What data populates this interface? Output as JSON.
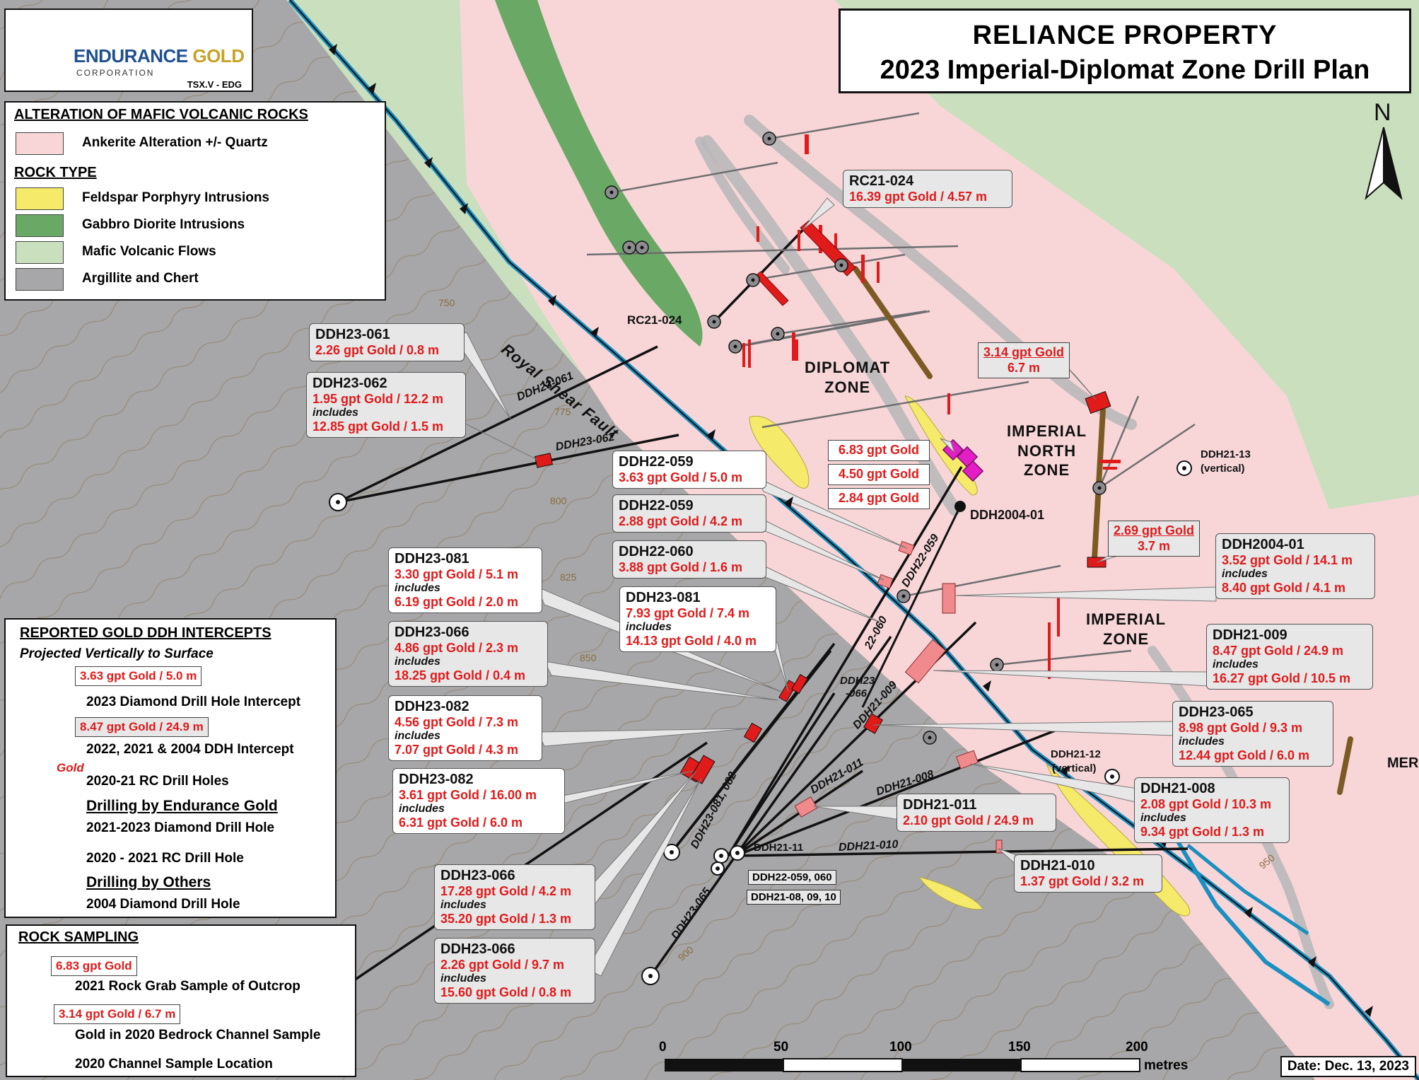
{
  "title": {
    "line1": "RELIANCE PROPERTY",
    "line2": "2023 Imperial-Diplomat Zone Drill Plan"
  },
  "logo": {
    "name_part1": "ENDURANCE",
    "name_part2": "GOLD",
    "sub": "CORPORATION",
    "ticker": "TSX.V - EDG"
  },
  "legend_top": {
    "alteration_header": "ALTERATION OF MAFIC VOLCANIC ROCKS",
    "ankerite": "Ankerite Alteration +/- Quartz",
    "rock_header": "ROCK TYPE",
    "feldspar": "Feldspar Porphyry Intrusions",
    "gabbro": "Gabbro Diorite Intrusions",
    "mafic": "Mafic Volcanic Flows",
    "argillite": "Argillite and Chert",
    "colors": {
      "ankerite": "#f8d6d8",
      "feldspar": "#f6ea6a",
      "gabbro": "#6aa865",
      "mafic": "#c9dfbe",
      "argillite": "#a7a7a9"
    }
  },
  "legend_gold": {
    "header": "REPORTED GOLD DDH INTERCEPTS",
    "sub": "Projected Vertically to Surface",
    "ex1": "3.63 gpt Gold / 5.0 m",
    "item1": "2023 Diamond Drill Hole Intercept",
    "ex2": "8.47 gpt Gold / 24.9 m",
    "item2": "2022, 2021 & 2004 DDH Intercept",
    "gold_word": "Gold",
    "item3": "2020-21 RC Drill Holes",
    "drilling_endurance": "Drilling by Endurance Gold",
    "item4": "2021-2023 Diamond Drill Hole",
    "item5": "2020 - 2021 RC Drill Hole",
    "drilling_others": "Drilling by Others",
    "item6": "2004 Diamond Drill Hole"
  },
  "legend_rock": {
    "header": "ROCK SAMPLING",
    "ex1": "6.83 gpt Gold",
    "item1": "2021 Rock Grab Sample of Outcrop",
    "ex2": "3.14 gpt Gold / 6.7 m",
    "item2": "Gold in 2020 Bedrock Channel Sample",
    "item3": "2020 Channel Sample Location"
  },
  "callouts": {
    "rc21_024": {
      "name": "RC21-024",
      "l1": "16.39 gpt Gold / 4.57 m"
    },
    "ddh23_061": {
      "name": "DDH23-061",
      "l1": "2.26 gpt Gold / 0.8 m"
    },
    "ddh23_062": {
      "name": "DDH23-062",
      "l1": "1.95 gpt Gold / 12.2 m",
      "inc": "includes",
      "l2": "12.85 gpt Gold / 1.5 m"
    },
    "ddh22_059a": {
      "name": "DDH22-059",
      "l1": "3.63 gpt Gold / 5.0 m"
    },
    "ddh22_059b": {
      "name": "DDH22-059",
      "l1": "2.88 gpt Gold / 4.2 m"
    },
    "ddh22_060": {
      "name": "DDH22-060",
      "l1": "3.88 gpt Gold / 1.6 m"
    },
    "ddh23_081a": {
      "name": "DDH23-081",
      "l1": "3.30 gpt Gold / 5.1 m",
      "inc": "includes",
      "l2": "6.19 gpt Gold / 2.0 m"
    },
    "ddh23_081b": {
      "name": "DDH23-081",
      "l1": "7.93 gpt Gold / 7.4 m",
      "inc": "includes",
      "l2": "14.13 gpt Gold / 4.0 m"
    },
    "ddh23_066a": {
      "name": "DDH23-066",
      "l1": "4.86 gpt Gold / 2.3 m",
      "inc": "includes",
      "l2": "18.25 gpt Gold / 0.4 m"
    },
    "ddh23_082a": {
      "name": "DDH23-082",
      "l1": "4.56 gpt Gold / 7.3 m",
      "inc": "includes",
      "l2": "7.07 gpt Gold / 4.3 m"
    },
    "ddh23_082b": {
      "name": "DDH23-082",
      "l1": "3.61 gpt Gold / 16.00 m",
      "inc": "includes",
      "l2": "6.31 gpt Gold / 6.0 m"
    },
    "ddh23_066b": {
      "name": "DDH23-066",
      "l1": "17.28 gpt Gold / 4.2 m",
      "inc": "includes",
      "l2": "35.20 gpt Gold / 1.3 m"
    },
    "ddh23_066c": {
      "name": "DDH23-066",
      "l1": "2.26 gpt Gold / 9.7 m",
      "inc": "includes",
      "l2": "15.60 gpt Gold / 0.8 m"
    },
    "ddh2004_01": {
      "name": "DDH2004-01",
      "l1": "3.52 gpt Gold / 14.1 m",
      "inc": "includes",
      "l2": "8.40 gpt Gold / 4.1 m"
    },
    "ddh21_009": {
      "name": "DDH21-009",
      "l1": "8.47 gpt Gold / 24.9 m",
      "inc": "includes",
      "l2": "16.27 gpt Gold / 10.5 m"
    },
    "ddh23_065": {
      "name": "DDH23-065",
      "l1": "8.98 gpt Gold / 9.3 m",
      "inc": "includes",
      "l2": "12.44 gpt Gold / 6.0 m"
    },
    "ddh21_008": {
      "name": "DDH21-008",
      "l1": "2.08 gpt Gold / 10.3 m",
      "inc": "includes",
      "l2": "9.34 gpt Gold / 1.3 m"
    },
    "ddh21_011": {
      "name": "DDH21-011",
      "l1": "2.10 gpt Gold / 24.9 m"
    },
    "ddh21_010": {
      "name": "DDH21-010",
      "l1": "1.37 gpt Gold / 3.2 m"
    }
  },
  "samples": {
    "rock1": "6.83 gpt Gold",
    "rock2": "4.50 gpt Gold",
    "rock3": "2.84 gpt Gold",
    "chan1_a": "3.14 gpt Gold",
    "chan1_b": "6.7 m",
    "chan2_a": "2.69 gpt Gold",
    "chan2_b": "3.7 m"
  },
  "map_labels": {
    "diplomat": "DIPLOMAT\nZONE",
    "imperial_north": "IMPERIAL\nNORTH\nZONE",
    "imperial": "IMPERIAL\nZONE",
    "merit": "MERIT",
    "fault": "Royal Shear Fault",
    "rc21_024": "RC21-024",
    "ddh2004_01": "DDH2004-01",
    "ddh21_13": "DDH21-13",
    "vertical": "(vertical)",
    "ddh21_12": "DDH21-12",
    "ddh21_11": "DDH21-11",
    "collar_059_060": "DDH22-059, 060",
    "collar_08_09_10": "DDH21-08, 09, 10"
  },
  "hole_labels": {
    "h061": "DDH23-061",
    "h062": "DDH23-062",
    "h22_059": "DDH22-059",
    "h22_060": "22-060",
    "h066": "DDH23",
    "h066b": "-066",
    "h21_009": "DDH21-009",
    "h21_011": "DDH21-011",
    "h21_008": "DDH21-008",
    "h21_010": "DDH21-010",
    "h081_082": "DDH23-081, 082",
    "h065": "DDH23-065"
  },
  "contours": [
    "750",
    "775",
    "800",
    "825",
    "850",
    "900",
    "950"
  ],
  "north": "N",
  "scale": {
    "ticks": [
      "0",
      "50",
      "100",
      "150",
      "200"
    ],
    "unit": "metres"
  },
  "date": "Date:  Dec. 13, 2023"
}
